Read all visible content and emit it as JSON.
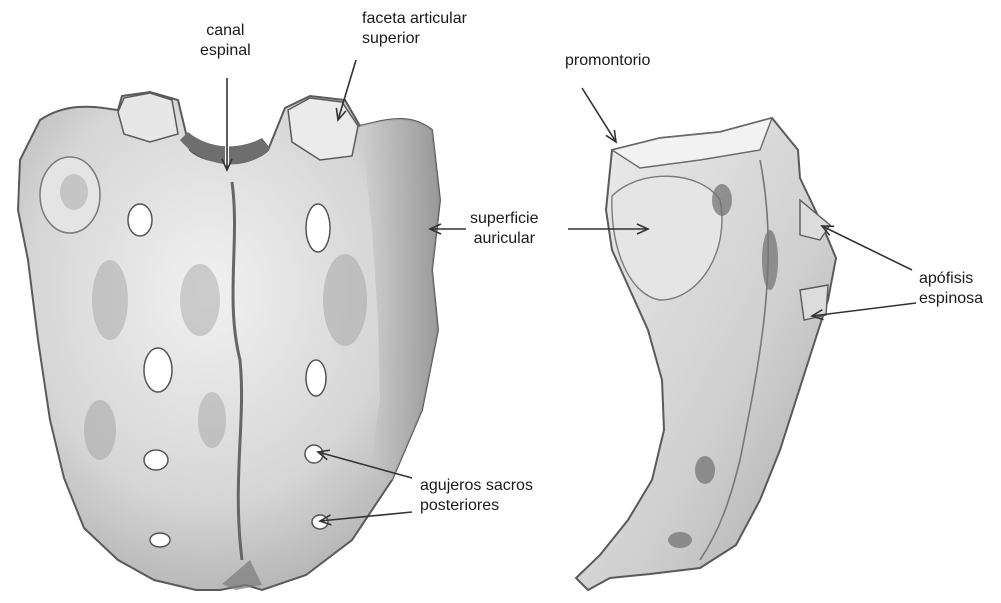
{
  "labels": {
    "canal_espinal": [
      "canal",
      "espinal"
    ],
    "faceta_articular_superior": [
      "faceta articular",
      "superior"
    ],
    "promontorio": [
      "promontorio"
    ],
    "superficie_auricular": [
      "superficie",
      "auricular"
    ],
    "apofisis_espinosa": [
      "apófisis",
      "espinosa"
    ],
    "agujeros_sacros_posteriores": [
      "agujeros sacros",
      "posteriores"
    ]
  },
  "colors": {
    "bone_light": "#ececec",
    "bone_mid": "#c9c9c9",
    "bone_dark": "#8e8e8e",
    "outline": "#5a5a5a",
    "arrow": "#333333"
  }
}
